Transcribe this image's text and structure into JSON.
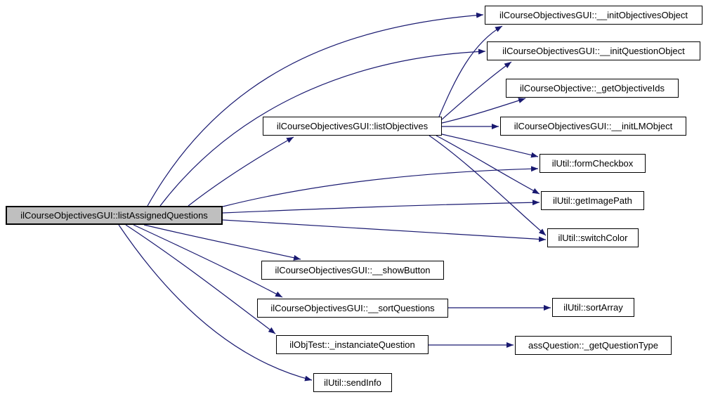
{
  "diagram": {
    "type": "call-graph",
    "colors": {
      "edge": "#191970",
      "node_border": "#000000",
      "node_fill": "#ffffff",
      "highlight_fill": "#bfbfbf",
      "background": "#ffffff"
    },
    "nodes": [
      {
        "id": "listAssignedQuestions",
        "label": "ilCourseObjectivesGUI::listAssignedQuestions",
        "highlighted": true
      },
      {
        "id": "listObjectives",
        "label": "ilCourseObjectivesGUI::listObjectives",
        "highlighted": false
      },
      {
        "id": "initObjectivesObject",
        "label": "ilCourseObjectivesGUI::__initObjectivesObject",
        "highlighted": false
      },
      {
        "id": "initQuestionObject",
        "label": "ilCourseObjectivesGUI::__initQuestionObject",
        "highlighted": false
      },
      {
        "id": "getObjectiveIds",
        "label": "ilCourseObjective::_getObjectiveIds",
        "highlighted": false
      },
      {
        "id": "initLMObject",
        "label": "ilCourseObjectivesGUI::__initLMObject",
        "highlighted": false
      },
      {
        "id": "formCheckbox",
        "label": "ilUtil::formCheckbox",
        "highlighted": false
      },
      {
        "id": "getImagePath",
        "label": "ilUtil::getImagePath",
        "highlighted": false
      },
      {
        "id": "switchColor",
        "label": "ilUtil::switchColor",
        "highlighted": false
      },
      {
        "id": "showButton",
        "label": "ilCourseObjectivesGUI::__showButton",
        "highlighted": false
      },
      {
        "id": "sortQuestions",
        "label": "ilCourseObjectivesGUI::__sortQuestions",
        "highlighted": false
      },
      {
        "id": "instanciateQuestion",
        "label": "ilObjTest::_instanciateQuestion",
        "highlighted": false
      },
      {
        "id": "sendInfo",
        "label": "ilUtil::sendInfo",
        "highlighted": false
      },
      {
        "id": "sortArray",
        "label": "ilUtil::sortArray",
        "highlighted": false
      },
      {
        "id": "getQuestionType",
        "label": "assQuestion::_getQuestionType",
        "highlighted": false
      }
    ],
    "edges": [
      {
        "from": "listAssignedQuestions",
        "to": "initObjectivesObject"
      },
      {
        "from": "listAssignedQuestions",
        "to": "initQuestionObject"
      },
      {
        "from": "listAssignedQuestions",
        "to": "listObjectives"
      },
      {
        "from": "listAssignedQuestions",
        "to": "formCheckbox"
      },
      {
        "from": "listAssignedQuestions",
        "to": "getImagePath"
      },
      {
        "from": "listAssignedQuestions",
        "to": "switchColor"
      },
      {
        "from": "listAssignedQuestions",
        "to": "showButton"
      },
      {
        "from": "listAssignedQuestions",
        "to": "sortQuestions"
      },
      {
        "from": "listAssignedQuestions",
        "to": "instanciateQuestion"
      },
      {
        "from": "listAssignedQuestions",
        "to": "sendInfo"
      },
      {
        "from": "listObjectives",
        "to": "initObjectivesObject"
      },
      {
        "from": "listObjectives",
        "to": "initQuestionObject"
      },
      {
        "from": "listObjectives",
        "to": "getObjectiveIds"
      },
      {
        "from": "listObjectives",
        "to": "initLMObject"
      },
      {
        "from": "listObjectives",
        "to": "formCheckbox"
      },
      {
        "from": "listObjectives",
        "to": "getImagePath"
      },
      {
        "from": "listObjectives",
        "to": "switchColor"
      },
      {
        "from": "sortQuestions",
        "to": "sortArray"
      },
      {
        "from": "instanciateQuestion",
        "to": "getQuestionType"
      }
    ]
  }
}
